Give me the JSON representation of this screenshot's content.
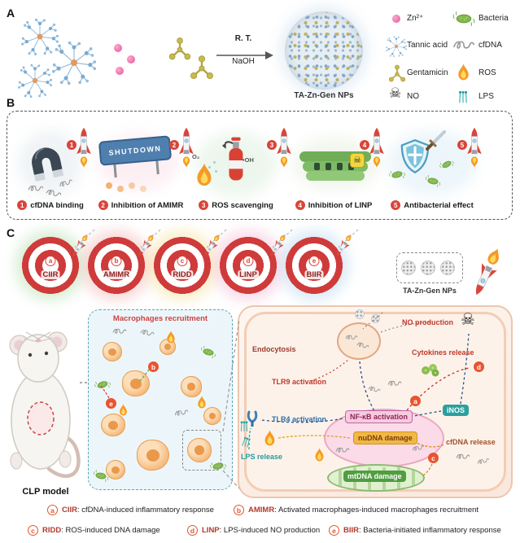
{
  "panels": {
    "a": "A",
    "b": "B",
    "c": "C"
  },
  "glyphs": {
    "skull": "☠"
  },
  "panelA": {
    "reaction_top": "R. T.",
    "reaction_bottom": "NaOH",
    "product": "TA-Zn-Gen NPs",
    "legend": {
      "zn": "Zn²⁺",
      "tannic": "Tannic acid",
      "gentamicin": "Gentamicin",
      "no": "NO",
      "bacteria": "Bacteria",
      "cfdna": "cfDNA",
      "ros": "ROS",
      "lps": "LPS"
    }
  },
  "panelB": {
    "steps": [
      {
        "num": "1",
        "name": "cfDNA binding"
      },
      {
        "num": "2",
        "name": "Inhibition of AMIMR"
      },
      {
        "num": "3",
        "name": "ROS scavenging"
      },
      {
        "num": "4",
        "name": "Inhibition of LINP"
      },
      {
        "num": "5",
        "name": "Antibacterial effect"
      }
    ],
    "sign_text": "SHUTDOWN",
    "o2": "O₂",
    "oh": "•OH"
  },
  "panelC": {
    "targets": [
      {
        "letter": "a",
        "name": "CIIR"
      },
      {
        "letter": "b",
        "name": "AMIMR"
      },
      {
        "letter": "c",
        "name": "RIDD"
      },
      {
        "letter": "d",
        "name": "LINP"
      },
      {
        "letter": "e",
        "name": "BIIR"
      }
    ],
    "np_label": "TA-Zn-Gen NPs",
    "recruit_title": "Macrophages recruitment",
    "clp_label": "CLP model",
    "badge_b": "b",
    "badge_e": "e",
    "cell": {
      "endocytosis": "Endocytosis",
      "no_production": "NO production",
      "cytokines": "Cytokines release",
      "tlr9": "TLR9 activation",
      "tlr4": "TLR4 activation",
      "nfkb": "NF-κB activation",
      "inos": "iNOS",
      "nudna": "nuDNA damage",
      "mtdna": "mtDNA damage",
      "cfdna_release": "cfDNA release",
      "lps_release": "LPS release",
      "badge_a": "a",
      "badge_c": "c",
      "badge_d": "d"
    }
  },
  "footer": {
    "row1": [
      {
        "letter": "a",
        "abbr": "CIIR",
        "desc": ": cfDNA-induced inflammatory response"
      },
      {
        "letter": "b",
        "abbr": "AMIMR",
        "desc": ": Activated macrophages-induced macrophages recruitment"
      }
    ],
    "row2": [
      {
        "letter": "c",
        "abbr": "RIDD",
        "desc": ": ROS-induced DNA damage"
      },
      {
        "letter": "d",
        "abbr": "LINP",
        "desc": ": LPS-induced NO production"
      },
      {
        "letter": "e",
        "abbr": "BIIR",
        "desc": ": Bacteria-initiated inflammatory response"
      }
    ]
  },
  "colors": {
    "accent_red": "#d9453a",
    "target_red": "#cf3b3b",
    "teal": "#1f9e9e",
    "blue": "#2e6da4",
    "green": "#67a34e"
  }
}
